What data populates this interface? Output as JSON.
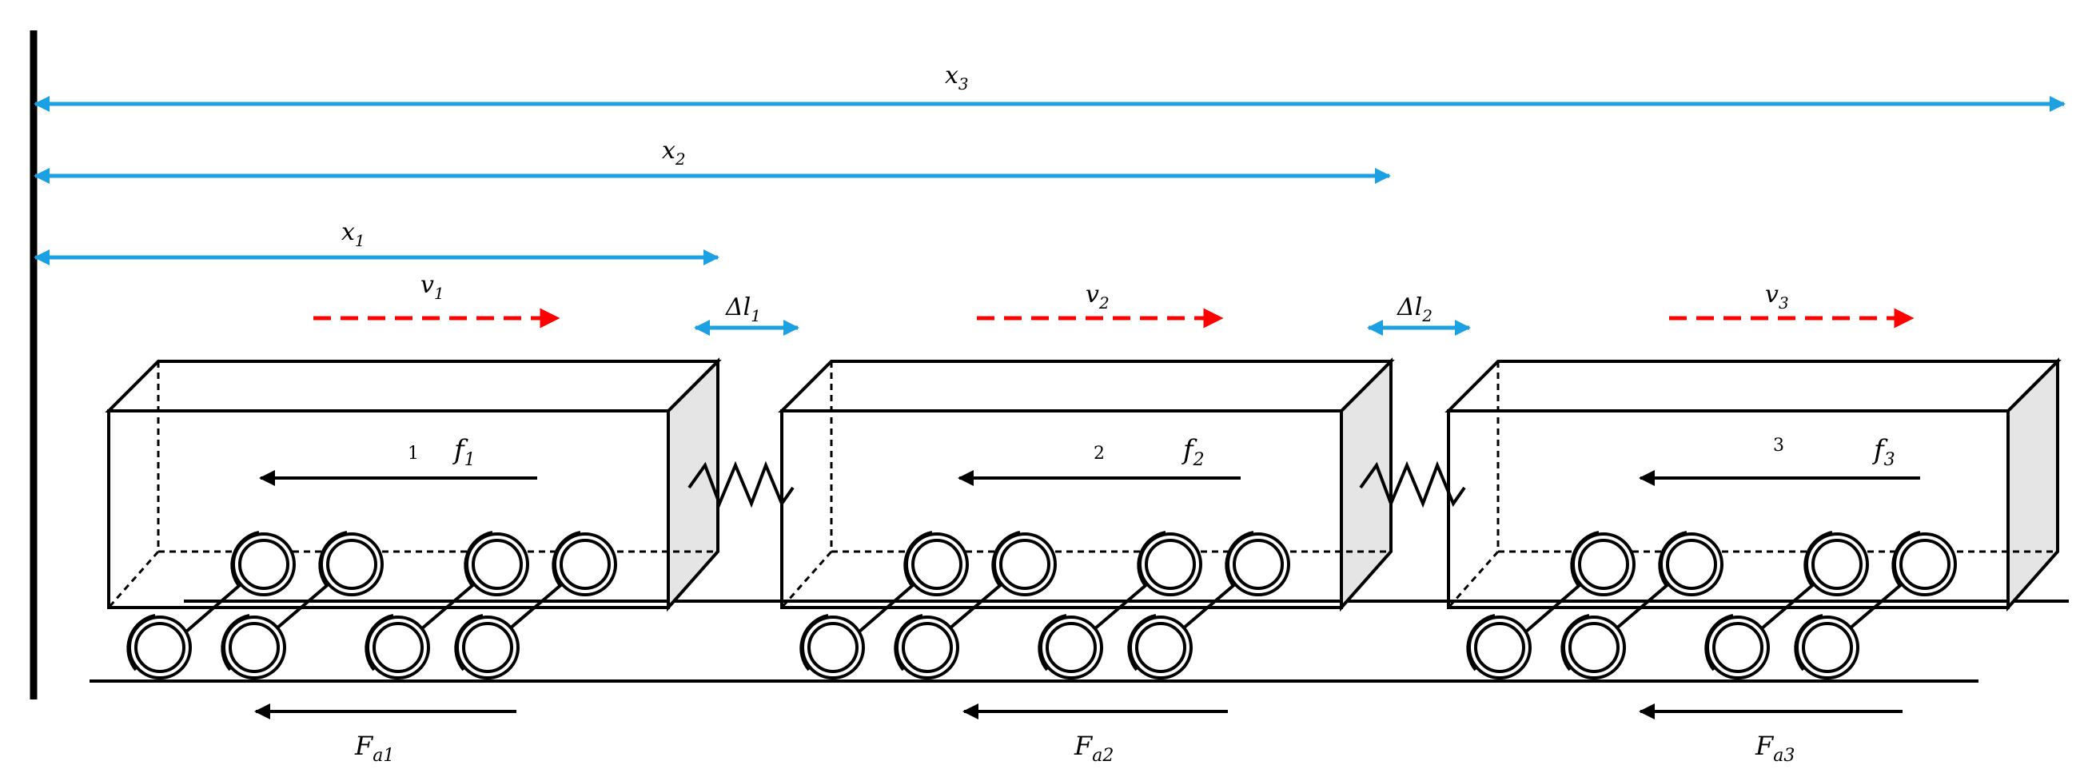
{
  "distances": {
    "x1": {
      "base": "x",
      "sub": "1"
    },
    "x2": {
      "base": "x",
      "sub": "2"
    },
    "x3": {
      "base": "x",
      "sub": "3"
    }
  },
  "gaps": [
    {
      "prefix": "Δ",
      "base": "l",
      "sub": "1"
    },
    {
      "prefix": "Δ",
      "base": "l",
      "sub": "2"
    }
  ],
  "cars": [
    {
      "number": "1",
      "velocity": {
        "base": "v",
        "sub": "1"
      },
      "resistance": {
        "base": "f",
        "sub": "1"
      },
      "adhesion": {
        "base": "F",
        "sub": "a1"
      }
    },
    {
      "number": "2",
      "velocity": {
        "base": "v",
        "sub": "2"
      },
      "resistance": {
        "base": "f",
        "sub": "2"
      },
      "adhesion": {
        "base": "F",
        "sub": "a2"
      }
    },
    {
      "number": "3",
      "velocity": {
        "base": "v",
        "sub": "3"
      },
      "resistance": {
        "base": "f",
        "sub": "3"
      },
      "adhesion": {
        "base": "F",
        "sub": "a3"
      }
    }
  ],
  "colors": {
    "distance_arrow": "#1ba1e2",
    "velocity_arrow": "#ff0000",
    "force_arrow": "#000000",
    "car_side": "#e5e5e5",
    "outline": "#000000"
  }
}
